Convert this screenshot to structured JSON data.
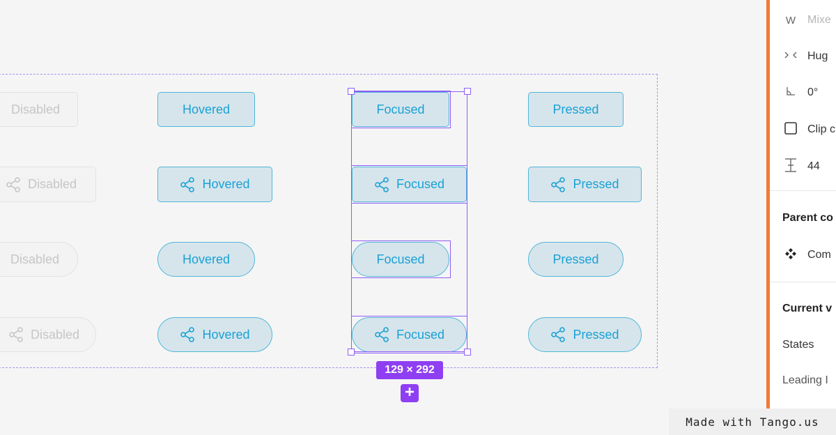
{
  "buttons": {
    "disabled": "Disabled",
    "hovered": "Hovered",
    "focused": "Focused",
    "pressed": "Pressed"
  },
  "selection": {
    "size_label": "129 × 292"
  },
  "panel": {
    "width_label": "W",
    "width_value": "Mixe",
    "resizing_value": "Hug",
    "rotation_value": "0°",
    "clip_label": "Clip c",
    "gap_value": "44",
    "parent_section": "Parent co",
    "component_label": "Com",
    "current_section": "Current v",
    "states_label": "States",
    "leading_label": "Leading I"
  },
  "watermark": "Made with Tango.us",
  "colors": {
    "accent": "#8e3ff2",
    "button_text": "#1aa1d4",
    "button_fill": "#d6e5ec",
    "panel_border": "#f07a33"
  }
}
